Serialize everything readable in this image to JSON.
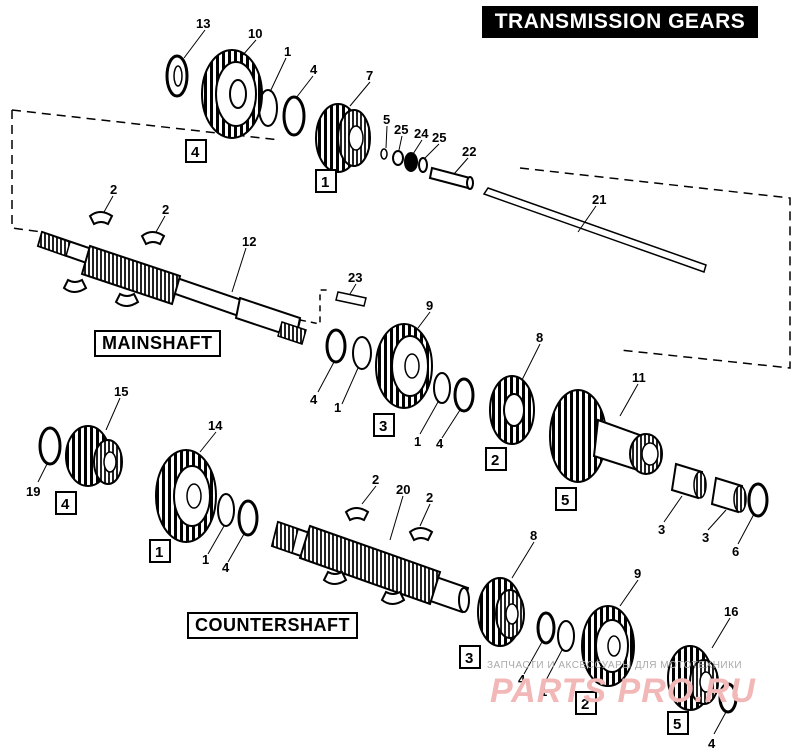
{
  "title": "TRANSMISSION GEARS",
  "labels": {
    "mainshaft": "MAINSHAFT",
    "countershaft": "COUNTERSHAFT"
  },
  "watermark": {
    "line": "ЗАПЧАСТИ И АКСЕССУАРЫ ДЛЯ МОТОТЕХНИКИ",
    "logo": "PARTS PRO.RU"
  },
  "part_numbers": [
    "13",
    "10",
    "1",
    "4",
    "7",
    "5",
    "25",
    "24",
    "25",
    "22",
    "21",
    "2",
    "2",
    "12",
    "23",
    "9",
    "8",
    "11",
    "1",
    "4",
    "1",
    "4",
    "15",
    "14",
    "19",
    "2",
    "2",
    "20",
    "3",
    "3",
    "6",
    "1",
    "4",
    "8",
    "9",
    "4",
    "1",
    "16",
    "4"
  ],
  "gear_positions": [
    "4",
    "1",
    "3",
    "2",
    "5",
    "4",
    "1",
    "3",
    "2",
    "5"
  ]
}
